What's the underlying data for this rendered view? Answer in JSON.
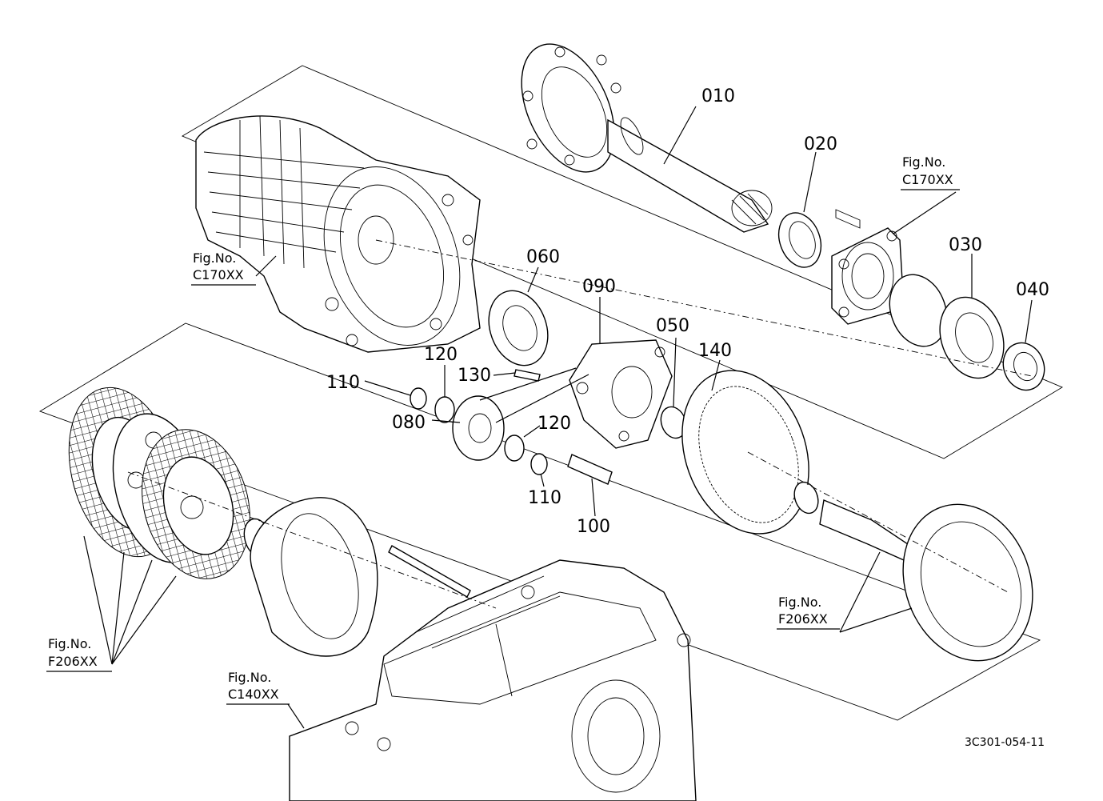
{
  "parts": [
    {
      "id": "010"
    },
    {
      "id": "020"
    },
    {
      "id": "030"
    },
    {
      "id": "040"
    },
    {
      "id": "050"
    },
    {
      "id": "060"
    },
    {
      "id": "080"
    },
    {
      "id": "090"
    },
    {
      "id": "100"
    },
    {
      "id": "110"
    },
    {
      "id": "120"
    },
    {
      "id": "130"
    },
    {
      "id": "140"
    },
    {
      "id": "120"
    },
    {
      "id": "110"
    }
  ],
  "figure_refs": [
    {
      "line1": "Fig.No.",
      "line2": "C170XX"
    },
    {
      "line1": "Fig.No.",
      "line2": "C170XX"
    },
    {
      "line1": "Fig.No.",
      "line2": "F206XX"
    },
    {
      "line1": "Fig.No.",
      "line2": "F206XX"
    },
    {
      "line1": "Fig.No.",
      "line2": "C140XX"
    }
  ],
  "document_number": "3C301-054-11"
}
